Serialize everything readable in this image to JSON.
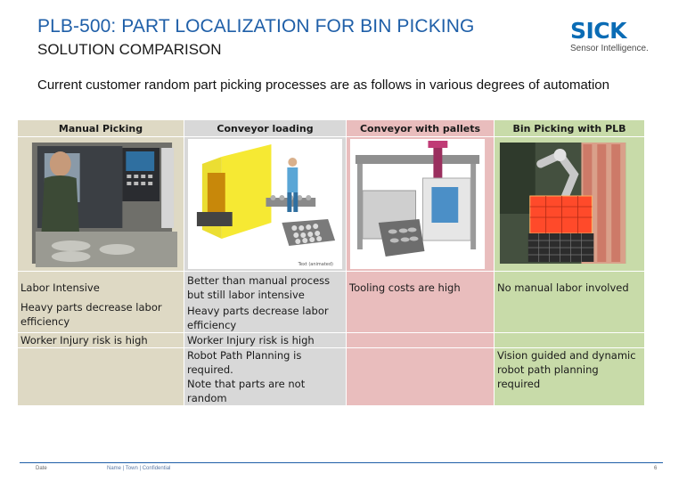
{
  "header": {
    "title": "PLB-500: PART LOCALIZATION FOR BIN PICKING",
    "subtitle": "SOLUTION COMPARISON"
  },
  "logo": {
    "wordmark": "SICK",
    "tagline": "Sensor Intelligence."
  },
  "intro": "Current customer random part picking processes are as follows in various degrees of automation",
  "table": {
    "columns": [
      "Manual Picking",
      "Conveyor loading",
      "Conveyor with pallets",
      "Bin Picking with PLB"
    ],
    "image_caption": "Text (animated)",
    "rows": [
      {
        "manual": [
          "Labor Intensive",
          "Heavy parts decrease labor efficiency"
        ],
        "conveyor": [
          "Better than manual process but still labor intensive",
          "Heavy parts decrease labor efficiency"
        ],
        "pallets": [
          "Tooling costs are high"
        ],
        "bin": [
          "No manual labor involved"
        ]
      },
      {
        "manual": [
          "Worker Injury risk is high"
        ],
        "conveyor": [
          "Worker Injury risk is high"
        ],
        "pallets": [
          ""
        ],
        "bin": [
          ""
        ]
      },
      {
        "manual": [
          ""
        ],
        "conveyor": [
          "Robot Path Planning is required.",
          "Note that parts are not random"
        ],
        "pallets": [
          ""
        ],
        "bin": [
          "Vision guided and dynamic robot path planning required"
        ]
      }
    ]
  },
  "footer": {
    "date": "Date",
    "classification": "Name | Town | Confidential",
    "page": "6"
  },
  "colors": {
    "title_blue": "#1f5fa8",
    "logo_blue": "#0b6cb5",
    "manual_bg": "#ded9c4",
    "conveyor_bg": "#d8d8d8",
    "pallets_bg": "#e9bdbd",
    "bin_bg": "#c8dba9"
  }
}
